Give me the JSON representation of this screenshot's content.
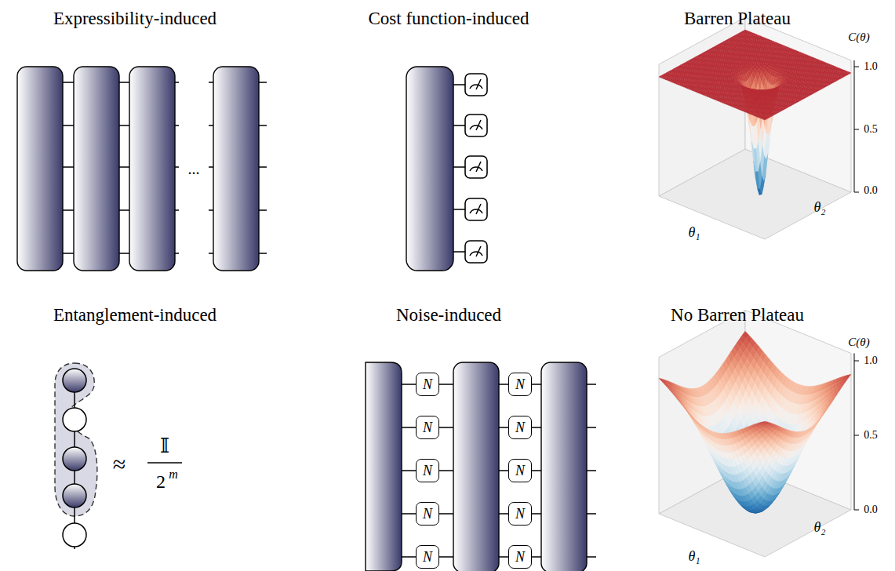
{
  "diagram": {
    "nodes": [
      {
        "text": [
          "N"
        ]
      },
      {
        "text": [
          "N"
        ]
      },
      {
        "text": [
          "N"
        ]
      },
      {
        "text": [
          "N"
        ]
      },
      {
        "text": [
          "N"
        ]
      },
      {
        "text": [
          "N"
        ]
      },
      {
        "text": [
          "N"
        ]
      },
      {
        "text": [
          "N"
        ]
      },
      {
        "text": [
          "N"
        ]
      },
      {
        "text": [
          "N"
        ]
      }
    ],
    "labels": [
      "Expressibility-induced",
      "...",
      "Cost function-induced",
      "Barren Plateau",
      "C(θ)",
      "1.0",
      "0.5",
      "0.0",
      "θ₁",
      "θ₂",
      "Entanglement-induced",
      "≈",
      "𝕀",
      "2",
      "m",
      "Noise-induced",
      "No Barren Plateau",
      "C(θ)",
      "1.0",
      "0.5",
      "0.0",
      "θ₁",
      "θ₂"
    ]
  }
}
